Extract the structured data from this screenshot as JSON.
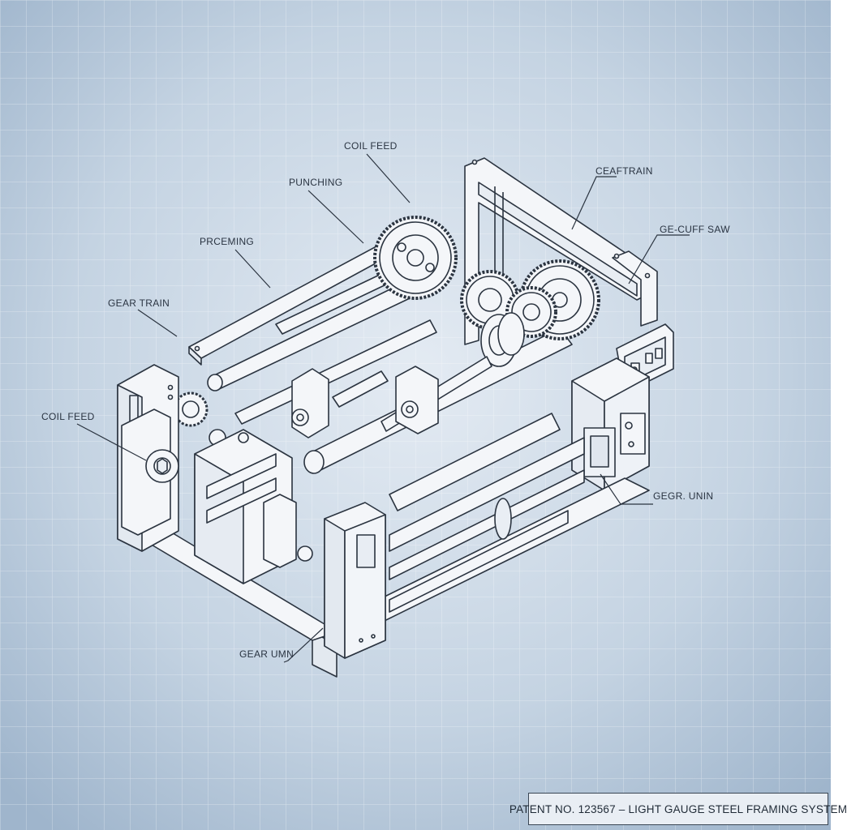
{
  "callouts": [
    {
      "id": "coil-feed-top",
      "text": "COIL FEED"
    },
    {
      "id": "punching-top",
      "text": "PUNCHING"
    },
    {
      "id": "preming",
      "text": "PRCEMING"
    },
    {
      "id": "gear-train-left",
      "text": "GEAR TRAIN"
    },
    {
      "id": "coil-feed-left",
      "text": "COIL FEED"
    },
    {
      "id": "ceaftrain",
      "text": "CEAFTRAIN"
    },
    {
      "id": "ge-cuff-saw",
      "text": "GE-CUFF SAW"
    },
    {
      "id": "gegr-unin",
      "text": "GEGR. UNIN"
    },
    {
      "id": "gear-umn",
      "text": "GEAR UMN"
    }
  ],
  "title_block": {
    "text": "PATENT NO. 123567 – LIGHT GAUGE STEEL FRAMING SYSTEM"
  },
  "colors": {
    "background_center": "#e4ebf3",
    "background_edge": "#9fb5cc",
    "grid_line": "#ffffff",
    "line_art": "#2b3440",
    "part_fill": "#f4f6f9"
  }
}
